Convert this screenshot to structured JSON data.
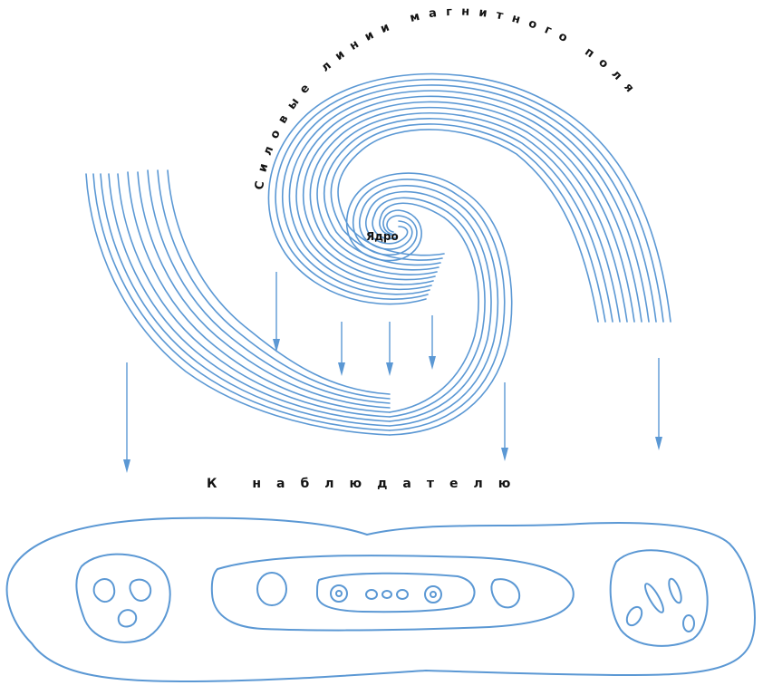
{
  "labels": {
    "field_lines": "Силовые линии магнитного поля",
    "nucleus": "Ядро",
    "observer": "К наблюдателю"
  },
  "colors": {
    "lines": "#5b98d4",
    "text": "#141414",
    "background": "#ffffff"
  }
}
